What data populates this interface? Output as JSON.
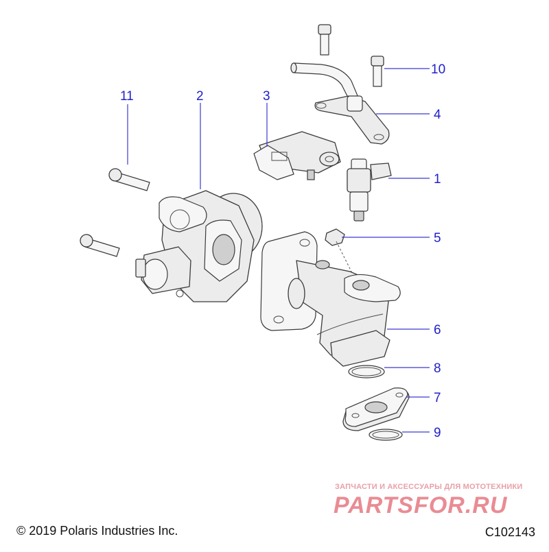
{
  "callouts": [
    {
      "id": "1",
      "label": "1"
    },
    {
      "id": "2",
      "label": "2"
    },
    {
      "id": "3",
      "label": "3"
    },
    {
      "id": "4",
      "label": "4"
    },
    {
      "id": "5",
      "label": "5"
    },
    {
      "id": "6",
      "label": "6"
    },
    {
      "id": "7",
      "label": "7"
    },
    {
      "id": "8",
      "label": "8"
    },
    {
      "id": "9",
      "label": "9"
    },
    {
      "id": "10",
      "label": "10"
    },
    {
      "id": "11",
      "label": "11"
    }
  ],
  "footer": {
    "copyright": "© 2019 Polaris Industries Inc.",
    "code": "C102143"
  },
  "watermark": {
    "tagline": "ЗАПЧАСТИ И АКСЕССУАРЫ ДЛЯ МОТОТЕХНИКИ",
    "brand": "PARTSFOR.RU"
  },
  "colors": {
    "callout": "#2020c8",
    "watermark": "#e98c94"
  }
}
